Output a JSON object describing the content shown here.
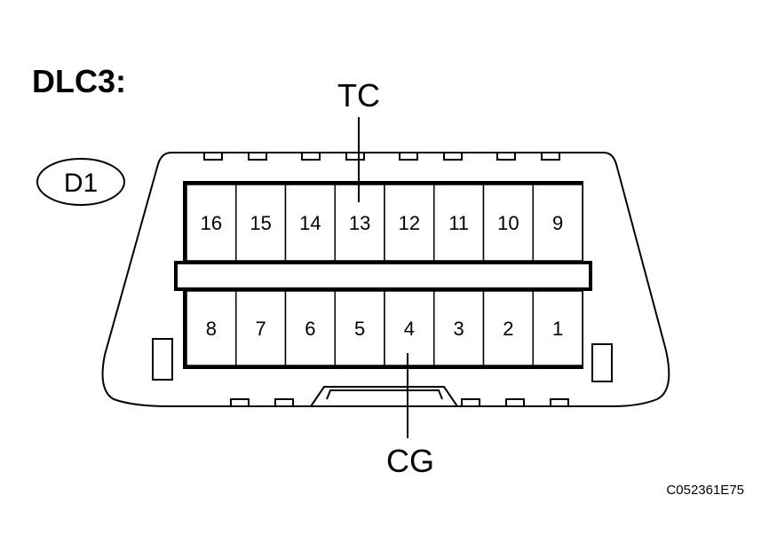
{
  "diagram": {
    "title": "DLC3:",
    "connector_id": "D1",
    "figure_code": "C052361E75",
    "callouts": {
      "top": "TC",
      "bottom": "CG"
    },
    "top_row": [
      "16",
      "15",
      "14",
      "13",
      "12",
      "11",
      "10",
      "9"
    ],
    "bottom_row": [
      "8",
      "7",
      "6",
      "5",
      "4",
      "3",
      "2",
      "1"
    ]
  }
}
